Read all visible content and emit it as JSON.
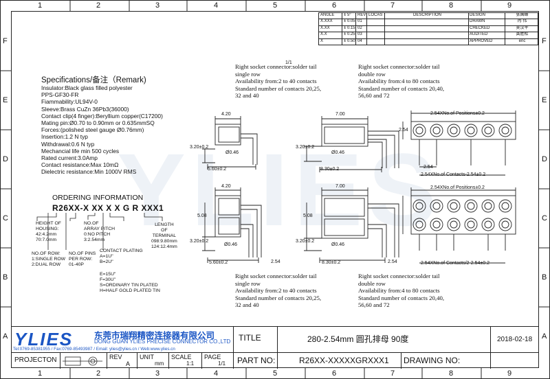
{
  "grid": {
    "columns": [
      "1",
      "2",
      "3",
      "4",
      "5",
      "6",
      "7",
      "8",
      "9"
    ],
    "rows": [
      "F",
      "E",
      "D",
      "C",
      "B",
      "A"
    ]
  },
  "tolerance_table": {
    "headers": [
      "ANGLE",
      "± 5°",
      "REV",
      "LOCAS",
      "DESCRIPTION"
    ],
    "rows": [
      {
        "unit": "X.XXX",
        "tol": "± 0.05",
        "rev": "01"
      },
      {
        "unit": "X.XX",
        "tol": "± 0.15",
        "rev": "02"
      },
      {
        "unit": "X.X",
        "tol": "± 0.25",
        "rev": "03"
      },
      {
        "unit": "X",
        "tol": "± 0.50",
        "rev": "04"
      }
    ]
  },
  "approval_table": [
    {
      "role": "DESIGN",
      "name": "张国峰"
    },
    {
      "role": "DRAWN",
      "name": "冉 伟"
    },
    {
      "role": "CHECKED",
      "name": "吴汉平"
    },
    {
      "role": "AUDITED",
      "name": "龚胜松"
    },
    {
      "role": "APPROVED",
      "name": "eric"
    }
  ],
  "specifications": {
    "title": "Specifications/备注（Remark)",
    "lines": [
      "Insulator:Black glass filled polyester",
      "PPS-GF30-FR",
      "Fiammability:UL94V-0",
      "Sleeve:Brass CuZn 36Pb3(36000)",
      "Contact clip(4 finger):Beryllium copper(C17200)",
      "Mating pin:Ø0.70 to 0.90mm or 0.635mmSQ",
      "Forces:(polished steel gauge Ø0.76mm)",
      "Insertion:1.2 N typ",
      "Withdrawal:0.6 N typ",
      "Mechancial life min 500  cycles",
      "Rated current:3.0Amp",
      "Contact resistance:Max 10mΩ",
      "Dielectric resistance:Min 1000V RMS"
    ]
  },
  "ordering": {
    "title": "ORDERING INFORMATION",
    "code": "R26XX-X XX X X G R XXX1",
    "height_label": "HEIGHT OF\nHOUSING:\n42:4.2mm\n70:7.0mm",
    "array_label": "NO.OF\nARRAY PITCH\n0:NO PITCH\n3:2.54mm",
    "length_label": "LENGTH\nOF\nTERMINAL\n098:9.80mm\n124:12.4mm",
    "rows_label": "NO.OF ROW:\n1:SINGLE ROW\n2:DUAL ROW",
    "pins_label": "NO.OF PINS\nPER ROW:\n01-40P",
    "plating_label": "CONTACT PLATING\nA=1U\"\nB=2U\"",
    "plating_label2": "E=15U\"\nF=30U\"\nS=ORDINARY TIN PLATED\nH=HALF GOLD PLATED TIN"
  },
  "notes": {
    "note_single_top": "Right socket connector:solder tail\nsingle row\nAvailability from:2 to 40 contacts\nStandard number of contacts 20,25,\n32 and 40",
    "note_double_top": "Right socket connector:solder tail\ndouble row\nAvailability from:4 to 80 contacts\nStandard number of contacts 20,40,\n56,60 and 72",
    "note_single_bottom": "Right socket connector:solder tail\nsingle row\nAvailability from:2 to 40 contacts\nStandard number of contacts 20,25,\n32 and 40",
    "note_double_bottom": "Right socket connector:solder tail\ndouble row\nAvailability from:4 to 80 contacts\nStandard number of contacts 20,40,\n56,60 and 72",
    "scale_note": "1/1"
  },
  "dimensions": {
    "d420": "4.20",
    "d700": "7.00",
    "d320": "3.20±0.2",
    "d046": "Ø0.46",
    "d560": "5.60±0.2",
    "d830": "8.30±0.2",
    "d508": "5.08",
    "d254": "2.54",
    "pitch_top": "2.54XNo.of Positions±0.2",
    "pitch_bottom_top": "2.54XNo.of Positions±0.2",
    "contacts_single": "2.54XNo.of Contacts-2.54±0.2",
    "contacts_double": "2.54XNo.of Contacts/2-2.54±0.2"
  },
  "company": {
    "logo": "YLIES",
    "name_cn": "东莞市瑞翔精密连接器有限公司",
    "name_en": "DONG GUAN YLIES PRECISE CONNECTOR CO.,LTD",
    "contact": "Tel:0769-85381955 / Fax:0769-85493987 / Email: ylies@ylies.cn / Web:www.ylies.cn"
  },
  "title_block": {
    "title_label": "TITLE",
    "title_value": "280-2.54mm 圆孔排母  90度",
    "date": "2018-02-18",
    "part_label": "PART NO:",
    "part_value": "R26XX-XXXXXGRXXX1",
    "drawing_label": "DRAWING NO:",
    "projection_label": "PROJECTON",
    "rev_label": "REV",
    "rev_value": "A",
    "unit_label": "UNIT",
    "unit_value": "mm",
    "scale_label": "SCALE",
    "scale_value": "1:1",
    "page_label": "PAGE",
    "page_value": "1/1"
  }
}
